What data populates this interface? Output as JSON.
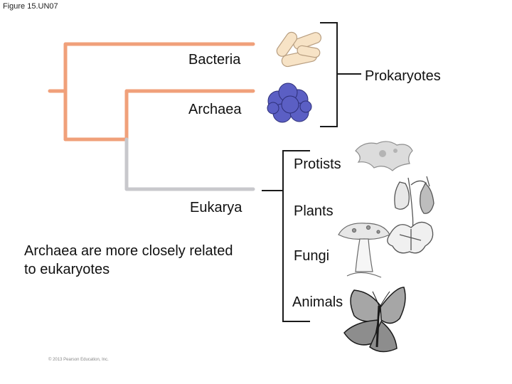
{
  "figure_label": "Figure 15.UN07",
  "tree": {
    "bacteria": "Bacteria",
    "archaea": "Archaea",
    "eukarya": "Eukarya"
  },
  "groups": {
    "prokaryotes": "Prokaryotes",
    "protists": "Protists",
    "plants": "Plants",
    "fungi": "Fungi",
    "animals": "Animals"
  },
  "note": "Archaea are more closely related to eukaryotes",
  "copyright": "© 2013 Pearson Education, Inc.",
  "colors": {
    "prokaryote_branch": "#f0a07a",
    "eukarya_branch": "#c8c8cc",
    "bracket": "#1a1a1a"
  },
  "icons": [
    "bacteria-rods-icon",
    "archaea-cluster-icon",
    "protist-icon",
    "columbine-flower-icon",
    "mushroom-icon",
    "butterfly-icon"
  ]
}
